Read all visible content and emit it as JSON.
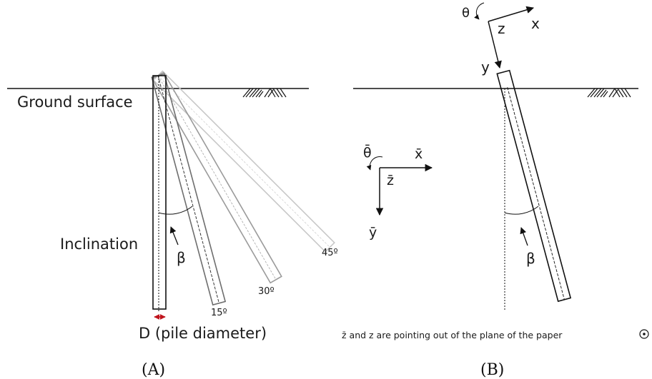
{
  "panel_a": {
    "ground_label": "Ground surface",
    "inclination_label": "Inclination",
    "beta": "β",
    "diameter_label": "D (pile diameter)",
    "angles": [
      "15º",
      "30º",
      "45º"
    ],
    "caption": "(A)",
    "colors": {
      "pile": "#111111",
      "pile_15": "#6e6e6e",
      "pile_30": "#9b9b9b",
      "pile_45": "#c8c8c8",
      "diameter_arrow": "#c0141c"
    }
  },
  "panel_b": {
    "local_axes": {
      "theta": "θ",
      "z": "z",
      "x": "x",
      "y": "y"
    },
    "global_axes": {
      "theta": "θ̄",
      "x": "x̄",
      "z": "z̄",
      "y": "ȳ"
    },
    "beta": "β",
    "note": "z̄ and z are pointing out of the plane of the paper",
    "caption": "(B)"
  }
}
